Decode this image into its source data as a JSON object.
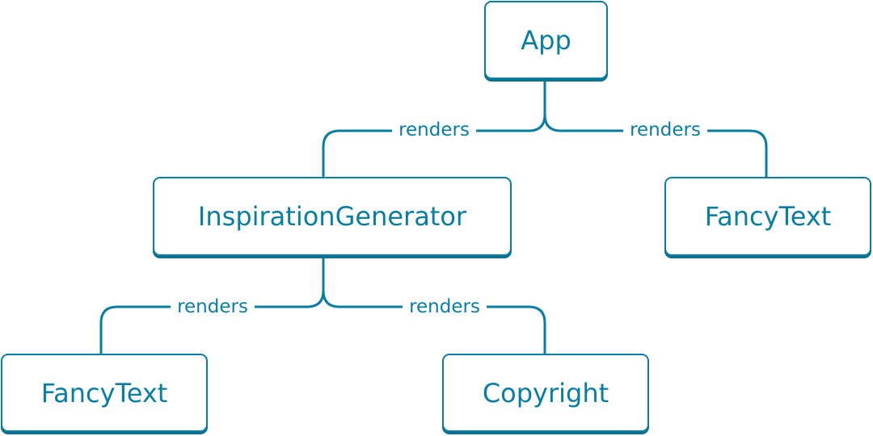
{
  "nodes": {
    "app": "App",
    "inspiration_generator": "InspirationGenerator",
    "fancy_text_right": "FancyText",
    "fancy_text_left": "FancyText",
    "copyright": "Copyright"
  },
  "edges": {
    "app_to_inspiration": "renders",
    "app_to_fancytext": "renders",
    "inspiration_to_fancytext": "renders",
    "inspiration_to_copyright": "renders"
  },
  "colors": {
    "accent": "#087ea4",
    "background": "#ffffff"
  }
}
